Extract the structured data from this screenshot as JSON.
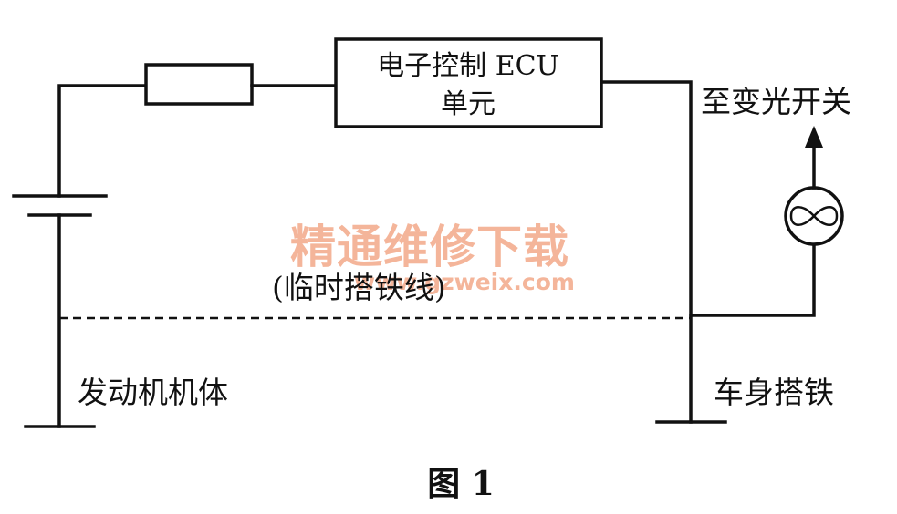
{
  "diagram": {
    "ecu_label_line1": "电子控制 ECU",
    "ecu_label_line2": "单元",
    "dimmer_switch_label": "至变光开关",
    "temp_ground_label": "(临时搭铁线)",
    "engine_block_label": "发动机机体",
    "body_ground_label": "车身搭铁",
    "figure_caption": "图 1"
  },
  "watermark": {
    "text": "精通维修下载",
    "url": "www.gzweix.com",
    "color": "#f4b59a"
  },
  "colors": {
    "line": "#111111",
    "background": "#ffffff"
  }
}
